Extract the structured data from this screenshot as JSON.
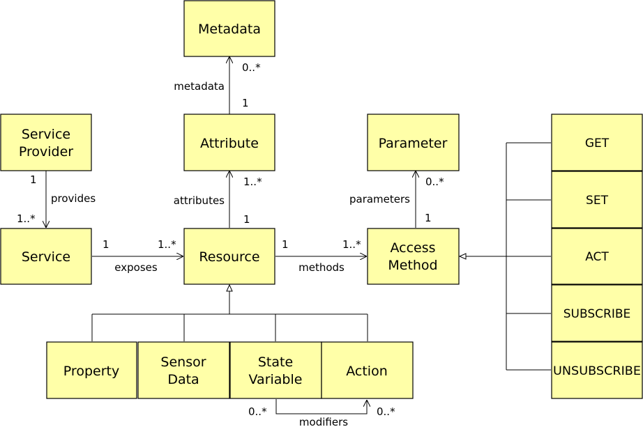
{
  "classes": {
    "metadata": "Metadata",
    "service_provider": [
      "Service",
      "Provider"
    ],
    "attribute": "Attribute",
    "parameter": "Parameter",
    "service": "Service",
    "resource": "Resource",
    "access_method": [
      "Access",
      "Method"
    ],
    "property": "Property",
    "sensor_data": [
      "Sensor",
      "Data"
    ],
    "state_variable": [
      "State",
      "Variable"
    ],
    "action": "Action"
  },
  "method_types": [
    "GET",
    "SET",
    "ACT",
    "SUBSCRIBE",
    "UNSUBSCRIBE"
  ],
  "associations": {
    "metadata": {
      "role": "metadata",
      "source_mult": "1",
      "target_mult": "0..*"
    },
    "provides": {
      "role": "provides",
      "source_mult": "1",
      "target_mult": "1..*"
    },
    "attributes": {
      "role": "attributes",
      "source_mult": "1",
      "target_mult": "1..*"
    },
    "parameters": {
      "role": "parameters",
      "source_mult": "1",
      "target_mult": "0..*"
    },
    "exposes": {
      "role": "exposes",
      "source_mult": "1",
      "target_mult": "1..*"
    },
    "methods": {
      "role": "methods",
      "source_mult": "1",
      "target_mult": "1..*"
    },
    "modifiers": {
      "role": "modifiers",
      "source_mult": "0..*",
      "target_mult": "0..*"
    }
  }
}
